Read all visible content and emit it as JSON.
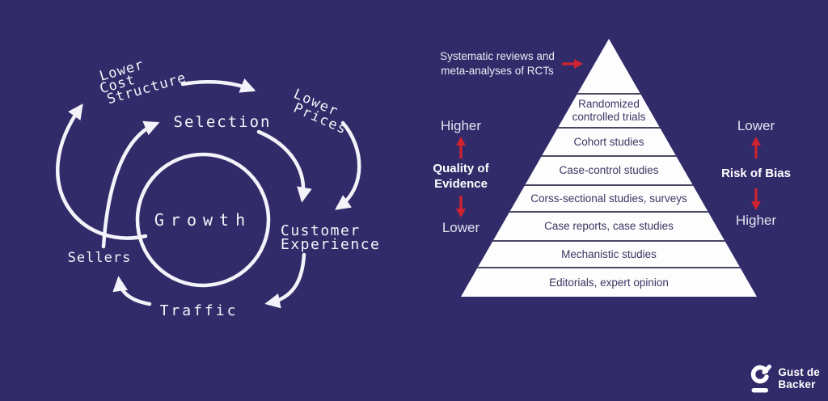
{
  "colors": {
    "background": "#322b69",
    "accent_red": "#cf2430",
    "pyramid_fill": "#fdfdfe",
    "pyramid_text": "#3a3662",
    "line_white": "#f4f3fa"
  },
  "flywheel": {
    "labels": {
      "growth": "Growth",
      "selection": "Selection",
      "traffic": "Traffic",
      "sellers": "Sellers",
      "lower_cost_structure": [
        "Lower",
        "Cost",
        "Structure"
      ],
      "lower_prices": [
        "Lower",
        "Prices"
      ],
      "customer_experience": [
        "Customer",
        "Experience"
      ]
    }
  },
  "pyramid": {
    "top_annotation": [
      "Systematic reviews and",
      "meta-analyses of RCTs"
    ],
    "levels": [
      "Randomized controlled trials",
      "Cohort studies",
      "Case-control studies",
      "Corss-sectional studies, surveys",
      "Case reports, case studies",
      "Mechanistic studies",
      "Editorials, expert opinion"
    ],
    "left_axis": {
      "top": "Higher",
      "label_line1": "Quality of",
      "label_line2": "Evidence",
      "bottom": "Lower"
    },
    "right_axis": {
      "top": "Lower",
      "label": "Risk of Bias",
      "bottom": "Higher"
    }
  },
  "logo": {
    "name_line1": "Gust de",
    "name_line2": "Backer"
  }
}
